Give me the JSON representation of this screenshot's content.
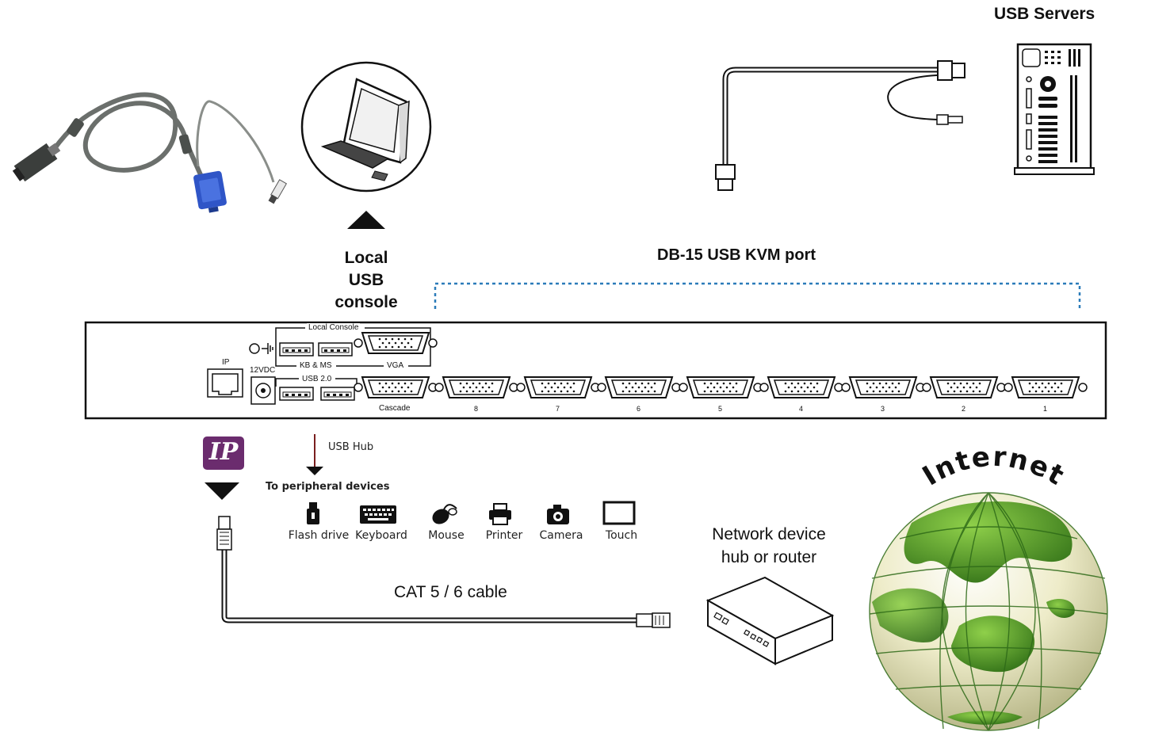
{
  "labels": {
    "usb_servers": "USB Servers",
    "local_usb_console": [
      "Local",
      "USB",
      "console"
    ],
    "db15_port": "DB-15 USB KVM port",
    "cat_cable": "CAT 5 / 6 cable",
    "network_device": [
      "Network device",
      "hub or router"
    ],
    "internet": "Internet",
    "usb_hub": "USB Hub",
    "to_peripheral": "To peripheral devices",
    "ip_logo": "IP"
  },
  "panel": {
    "local_console": "Local Console",
    "kb_ms": "KB & MS",
    "vga": "VGA",
    "usb20": "USB 2.0",
    "dc": "12VDC",
    "ip": "IP",
    "cascade": "Cascade",
    "ports": [
      "8",
      "7",
      "6",
      "5",
      "4",
      "3",
      "2",
      "1"
    ]
  },
  "peripherals": [
    {
      "label": "Flash drive",
      "icon": "flash-drive-icon"
    },
    {
      "label": "Keyboard",
      "icon": "keyboard-icon"
    },
    {
      "label": "Mouse",
      "icon": "mouse-icon"
    },
    {
      "label": "Printer",
      "icon": "printer-icon"
    },
    {
      "label": "Camera",
      "icon": "camera-icon"
    },
    {
      "label": "Touch",
      "icon": "touch-screen-icon"
    }
  ],
  "colors": {
    "ip_logo": "#6b2c6e",
    "dotted_line": "#2b7bb9",
    "globe_ocean": "#f1f0d4",
    "globe_land": "#3f8a1f",
    "vga_connector": "#2f55c7",
    "cable": "#6b6f6c"
  }
}
